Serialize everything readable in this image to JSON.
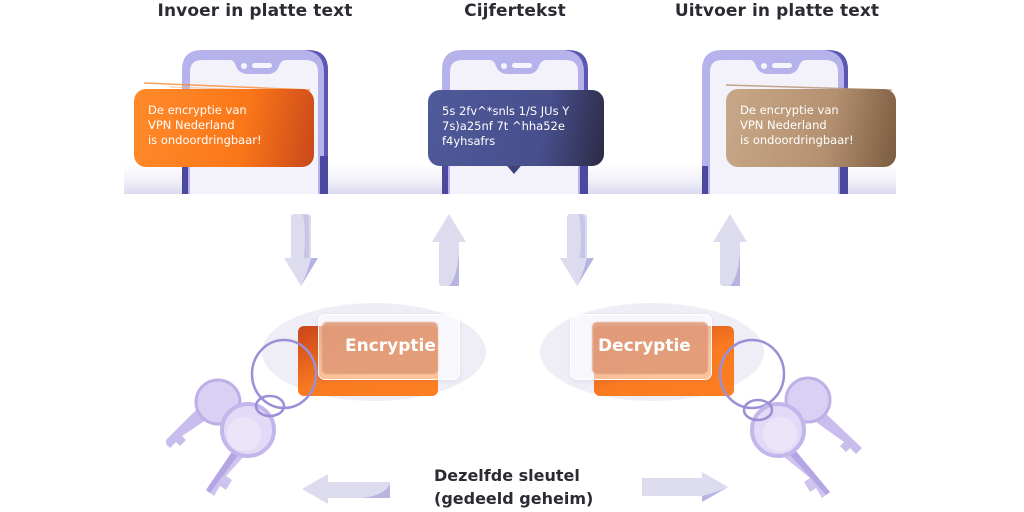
{
  "headings": {
    "input": "Invoer in platte text",
    "ciphertext": "Cijfertekst",
    "output": "Uitvoer in platte text"
  },
  "messages": {
    "input_lines": [
      "De encryptie van",
      "VPN Nederland",
      "is ondoordringbaar!"
    ],
    "cipher_lines": [
      "5s 2fv^*snls 1/S JUs Y",
      "7s)a25nf 7t ^hha52e",
      "f4yhsafrs"
    ],
    "output_lines": [
      "De encryptie van",
      "VPN Nederland",
      "is ondoordringbaar!"
    ]
  },
  "processes": {
    "encrypt_label": "Encryptie",
    "decrypt_label": "Decryptie"
  },
  "key_caption": {
    "lines": [
      "Dezelfde sleutel",
      "(gedeeld geheim)"
    ]
  },
  "icons": {
    "phones": [
      "smartphone-icon",
      "smartphone-icon",
      "smartphone-icon"
    ],
    "arrows": [
      "arrow-down-icon",
      "arrow-up-icon",
      "arrow-down-icon",
      "arrow-up-icon",
      "arrow-left-icon",
      "arrow-right-icon"
    ],
    "keys": [
      "key-ring-icon",
      "key-ring-icon"
    ]
  },
  "colors": {
    "plaintext_bubble": "#fb7719",
    "cipher_bubble": "#474f8c",
    "output_bubble": "#b39070",
    "phone_frame": "#a9a6e6",
    "phone_frame_dark": "#4b48a0",
    "arrow": "#dddcef",
    "arrow_shade": "#b7b4e2",
    "tag_orange": "#f97a20",
    "key": "#d6cdf0",
    "heading_text": "#2b2b33"
  }
}
